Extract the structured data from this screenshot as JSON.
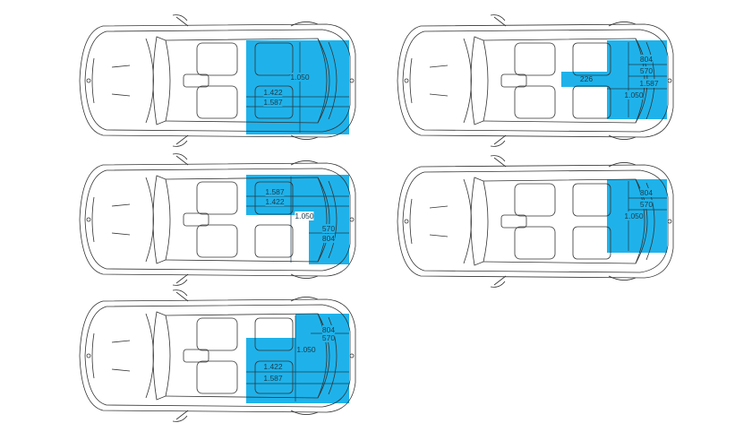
{
  "cyan": "#1fb2ea",
  "cars": [
    {
      "labels": [
        "1.050",
        "1.422",
        "1.587"
      ]
    },
    {
      "labels": [
        "804",
        "570",
        "1.587",
        "226",
        "1.050"
      ]
    },
    {
      "labels": [
        "1.587",
        "1.422",
        "1.050",
        "570",
        "804"
      ]
    },
    {
      "labels": [
        "804",
        "570",
        "1.050"
      ]
    },
    {
      "labels": [
        "804",
        "570",
        "1.050",
        "1.422",
        "1.587"
      ]
    }
  ]
}
